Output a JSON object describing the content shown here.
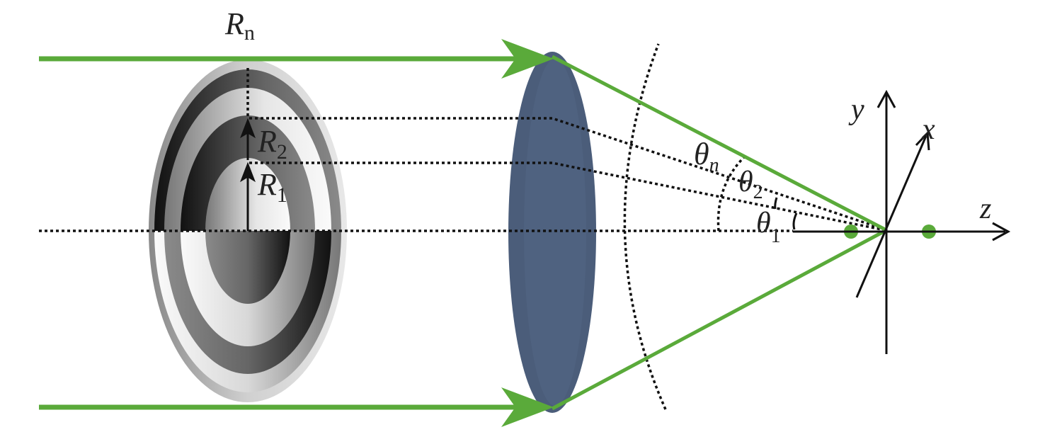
{
  "labels": {
    "rn": "R",
    "rn_sub": "n",
    "r2": "R",
    "r2_sub": "2",
    "r1": "R",
    "r1_sub": "1",
    "theta_n": "θ",
    "theta_n_sub": "n",
    "theta_2": "θ",
    "theta_2_sub": "2",
    "theta_1": "θ",
    "theta_1_sub": "1",
    "axis_x": "x",
    "axis_y": "y",
    "axis_z": "z"
  },
  "colors": {
    "beam": "#5aaa3a",
    "lens": "#4b5d7a",
    "ink": "#111111"
  }
}
